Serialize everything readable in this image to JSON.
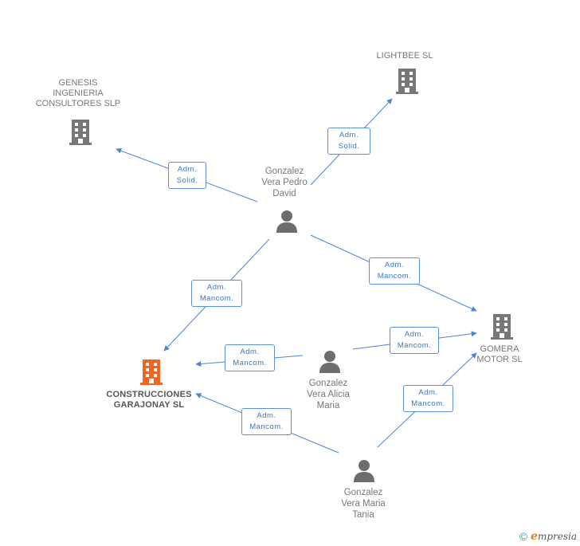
{
  "nodes": {
    "lightbee": {
      "label": "LIGHTBEE SL",
      "type": "company"
    },
    "genesis": {
      "label_lines": [
        "GENESIS",
        "INGENIERIA",
        "CONSULTORES SLP"
      ],
      "type": "company"
    },
    "gomera": {
      "label_lines": [
        "GOMERA",
        "MOTOR SL"
      ],
      "type": "company"
    },
    "construcciones": {
      "label_lines": [
        "CONSTRUCCIONES",
        "GARAJONAY SL"
      ],
      "type": "company",
      "highlight": true
    },
    "pedro": {
      "label_lines": [
        "Gonzalez",
        "Vera Pedro",
        "David"
      ],
      "type": "person"
    },
    "alicia": {
      "label_lines": [
        "Gonzalez",
        "Vera Alicia",
        "Maria"
      ],
      "type": "person"
    },
    "tania": {
      "label_lines": [
        "Gonzalez",
        "Vera Maria",
        "Tania"
      ],
      "type": "person"
    }
  },
  "edges": [
    {
      "id": "pedro-lightbee",
      "lines": [
        "Adm.",
        "Solid."
      ]
    },
    {
      "id": "pedro-genesis",
      "lines": [
        "Adm.",
        "Solid."
      ]
    },
    {
      "id": "pedro-gomera",
      "lines": [
        "Adm.",
        "Mancom."
      ]
    },
    {
      "id": "pedro-construcciones",
      "lines": [
        "Adm.",
        "Mancom."
      ]
    },
    {
      "id": "alicia-gomera",
      "lines": [
        "Adm.",
        "Mancom."
      ]
    },
    {
      "id": "alicia-construcciones",
      "lines": [
        "Adm.",
        "Mancom."
      ]
    },
    {
      "id": "tania-construcciones",
      "lines": [
        "Adm.",
        "Mancom."
      ]
    },
    {
      "id": "tania-gomera",
      "lines": [
        "Adm.",
        "Mancom."
      ]
    }
  ],
  "colors": {
    "edge": "#4a86d4",
    "company": "#777777",
    "company_highlight": "#f26522",
    "person": "#6d6d6d"
  },
  "footer": {
    "copyright": "©",
    "brand_initial": "e",
    "brand_rest": "mpresia"
  }
}
